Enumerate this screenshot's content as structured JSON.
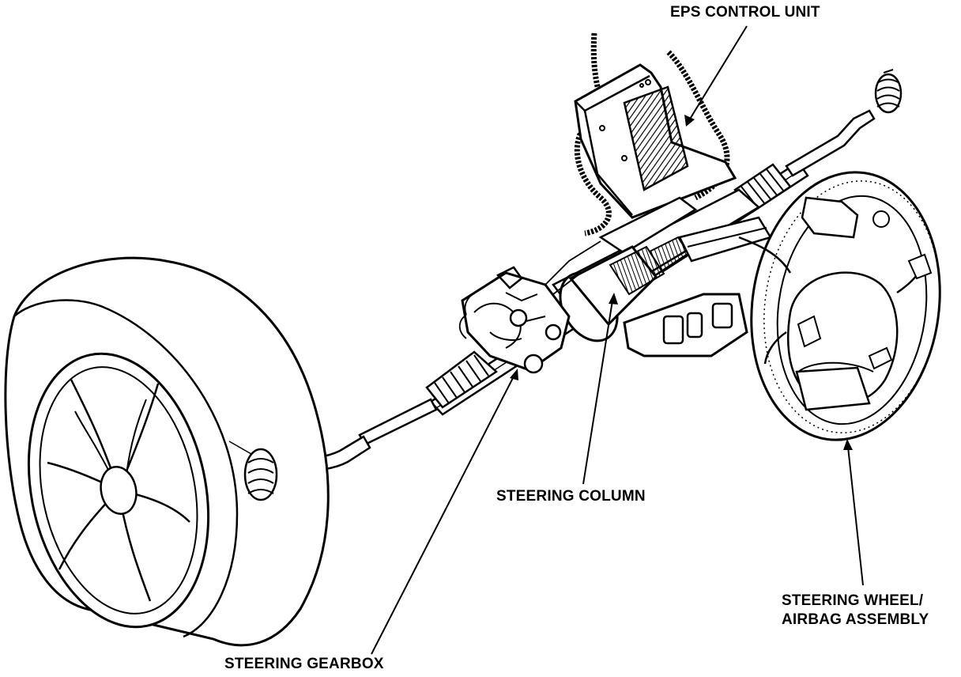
{
  "labels": {
    "eps_control_unit": "EPS CONTROL UNIT",
    "steering_column": "STEERING COLUMN",
    "steering_gearbox": "STEERING GEARBOX",
    "steering_wheel_line1": "STEERING WHEEL/",
    "steering_wheel_line2": "AIRBAG ASSEMBLY"
  }
}
